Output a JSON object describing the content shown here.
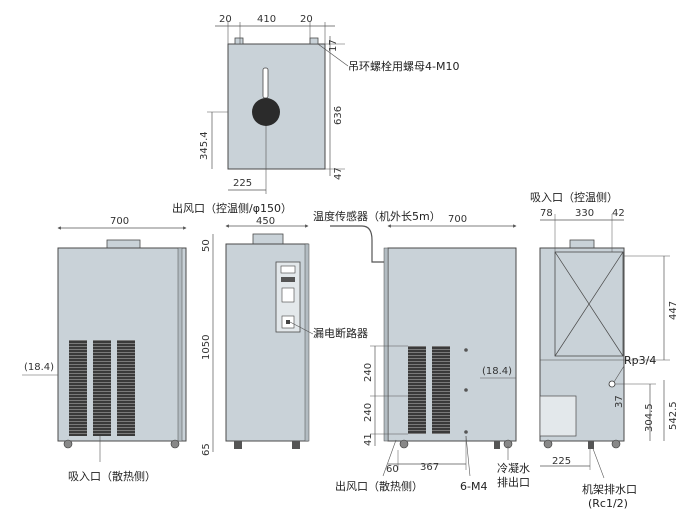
{
  "top_view": {
    "dims": {
      "left_margin": "20",
      "width": "410",
      "right_margin": "20",
      "top_offset": "17",
      "height": "636",
      "bolt_y": "345.4",
      "bolt_x": "225",
      "bottom_offset": "47"
    },
    "label_lifting_nut": "吊环螺栓用螺母4-M10"
  },
  "front_view": {
    "width": "700",
    "dim_side": "(18.4)",
    "label_intake_heat": "吸入口（散热侧）"
  },
  "side_left_view": {
    "width": "450",
    "dim_top": "50",
    "dim_body": "1050",
    "dim_bottom": "65",
    "label_outlet_temp": "出风口（控温侧/φ150）",
    "label_breaker": "漏电断路器"
  },
  "rear_view": {
    "width": "700",
    "label_sensor": "温度传感器（机外长5m）",
    "dim_side": "(18.4)",
    "dim_vert": [
      "240",
      "240",
      "41"
    ],
    "dim_bottom": [
      "60",
      "367"
    ],
    "label_outlet_heat": "出风口（散热侧）",
    "label_m4": "6-M4",
    "label_condensate": [
      "冷凝水",
      "排出口"
    ]
  },
  "side_right_view": {
    "label_intake_temp": "吸入口（控温侧）",
    "dims_top": [
      "78",
      "330",
      "42"
    ],
    "dim_447": "447",
    "dim_5425": "542.5",
    "dim_3045": "304.5",
    "dim_225": "225",
    "dim_37": "37",
    "label_rp": "Rp3/4",
    "label_drain": [
      "机架排水口",
      "(Rc1/2)"
    ]
  },
  "colors": {
    "body": "#c9d2d8",
    "stroke": "#4a4a4a",
    "vent": "#3a3a3a",
    "dim": "#555555"
  }
}
